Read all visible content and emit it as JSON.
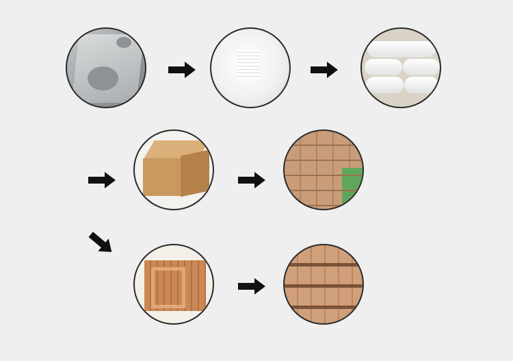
{
  "diagram": {
    "background_color": "#efefef",
    "arrow_color": "#111111",
    "steps": [
      {
        "id": "metal-part",
        "icon": "metal-part-photo"
      },
      {
        "id": "plastic-bag",
        "icon": "plastic-bag-photo"
      },
      {
        "id": "wrapped-rolls",
        "icon": "wrapped-parts-photo"
      },
      {
        "id": "carton-box",
        "icon": "carton-box-photo"
      },
      {
        "id": "stacked-cartons",
        "icon": "stacked-cartons-photo"
      },
      {
        "id": "wooden-crate",
        "icon": "wooden-crate-photo"
      },
      {
        "id": "palletized-crates",
        "icon": "pallet-photo"
      }
    ],
    "arrows": [
      {
        "icon": "arrow-right-icon"
      },
      {
        "icon": "arrow-right-icon"
      },
      {
        "icon": "arrow-right-icon"
      },
      {
        "icon": "arrow-right-icon"
      },
      {
        "icon": "arrow-down-right-icon"
      },
      {
        "icon": "arrow-right-icon"
      }
    ]
  }
}
